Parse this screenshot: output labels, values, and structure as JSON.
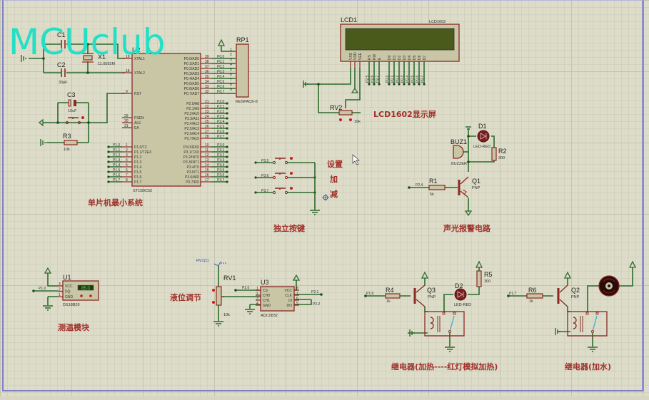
{
  "watermark": "MCUclub",
  "sections": {
    "mcu": "单片机最小系统",
    "lcd": "LCD1602显示屏",
    "keys": "独立按键",
    "key_labels": [
      "设置",
      "加",
      "减"
    ],
    "alarm": "声光报警电路",
    "temp": "测温模块",
    "level": "液位调节",
    "relay_heat": "继电器(加热----红灯模拟加热)",
    "relay_water": "继电器(加水)"
  },
  "components": {
    "c1": {
      "ref": "C1"
    },
    "c2": {
      "ref": "C2",
      "value": "30pF"
    },
    "c3": {
      "ref": "C3",
      "value": "10uF"
    },
    "x1": {
      "ref": "X1",
      "value": "11.0592M"
    },
    "r3": {
      "ref": "R3",
      "value": "10k"
    },
    "u2": {
      "ref": "U2",
      "part": "STC89C52"
    },
    "rp1": {
      "ref": "RP1",
      "part": "RESPACK-8"
    },
    "lcd1": {
      "ref": "LCD1",
      "part": "LCD1602"
    },
    "rv2": {
      "ref": "RV2",
      "value": "10k"
    },
    "buz1": {
      "ref": "BUZ1",
      "part": "BUZZER"
    },
    "d1": {
      "ref": "D1",
      "part": "LED-RED"
    },
    "r2": {
      "ref": "R2",
      "value": "300"
    },
    "r1": {
      "ref": "R1",
      "value": "5k"
    },
    "q1": {
      "ref": "Q1",
      "part": "PNP"
    },
    "u1": {
      "ref": "U1",
      "part": "DS18B20",
      "reading": "85.0"
    },
    "rv1": {
      "ref": "RV1",
      "value": "10k",
      "probe": "RV1(1)"
    },
    "u3": {
      "ref": "U3",
      "part": "ADC0832"
    },
    "r4": {
      "ref": "R4",
      "value": "1k"
    },
    "q3": {
      "ref": "Q3",
      "part": "PNP"
    },
    "d2": {
      "ref": "D2",
      "part": "LED-RED"
    },
    "r5": {
      "ref": "R5",
      "value": "300"
    },
    "r6": {
      "ref": "R6",
      "value": "1k"
    },
    "q2": {
      "ref": "Q2",
      "part": "PNP"
    }
  },
  "u2_pins": {
    "left_top": [
      {
        "n": "19",
        "name": "XTAL1"
      },
      {
        "n": "18",
        "name": "XTAL2"
      },
      {
        "n": "9",
        "name": "RST"
      }
    ],
    "left_mid": [
      {
        "n": "29",
        "name": "PSEN"
      },
      {
        "n": "30",
        "name": "ALE"
      },
      {
        "n": "31",
        "name": "EA"
      }
    ],
    "left_p1": [
      {
        "n": "1",
        "name": "P1.0/T2",
        "net": "P1.0"
      },
      {
        "n": "2",
        "name": "P1.1/T2EX",
        "net": "P1.1"
      },
      {
        "n": "3",
        "name": "P1.2",
        "net": "P1.2"
      },
      {
        "n": "4",
        "name": "P1.3",
        "net": "P1.3"
      },
      {
        "n": "5",
        "name": "P1.4",
        "net": "P1.4"
      },
      {
        "n": "6",
        "name": "P1.5",
        "net": "P1.5"
      },
      {
        "n": "7",
        "name": "P1.6",
        "net": "P1.6"
      },
      {
        "n": "8",
        "name": "P1.7",
        "net": "P1.7"
      }
    ],
    "right_p0": [
      {
        "n": "39",
        "name": "P0.0/AD0",
        "net": "P0.0"
      },
      {
        "n": "38",
        "name": "P0.1/AD1",
        "net": "P0.1"
      },
      {
        "n": "37",
        "name": "P0.2/AD2",
        "net": "P0.2"
      },
      {
        "n": "36",
        "name": "P0.3/AD3",
        "net": "P0.3"
      },
      {
        "n": "35",
        "name": "P0.4/AD4",
        "net": "P0.4"
      },
      {
        "n": "34",
        "name": "P0.5/AD5",
        "net": "P0.5"
      },
      {
        "n": "33",
        "name": "P0.6/AD6",
        "net": "P0.6"
      },
      {
        "n": "32",
        "name": "P0.7/AD7",
        "net": "P0.7"
      }
    ],
    "right_p2": [
      {
        "n": "21",
        "name": "P2.0/A8",
        "net": "P2.0"
      },
      {
        "n": "22",
        "name": "P2.1/A9",
        "net": "P2.1"
      },
      {
        "n": "23",
        "name": "P2.2/A10",
        "net": "P2.2"
      },
      {
        "n": "24",
        "name": "P2.3/A11",
        "net": "P2.3"
      },
      {
        "n": "25",
        "name": "P2.4/A12",
        "net": "P2.4"
      },
      {
        "n": "26",
        "name": "P2.5/A13",
        "net": "P2.5"
      },
      {
        "n": "27",
        "name": "P2.6/A14",
        "net": "P2.6"
      },
      {
        "n": "28",
        "name": "P2.7/A15",
        "net": "P2.7"
      }
    ],
    "right_p3": [
      {
        "n": "10",
        "name": "P3.0/RXD",
        "net": "P3.0"
      },
      {
        "n": "11",
        "name": "P3.1/TXD",
        "net": "P3.1"
      },
      {
        "n": "12",
        "name": "P3.2/INT0",
        "net": "P3.2"
      },
      {
        "n": "13",
        "name": "P3.3/INT1",
        "net": "P3.3"
      },
      {
        "n": "14",
        "name": "P3.4/T0",
        "net": "P3.4"
      },
      {
        "n": "15",
        "name": "P3.5/T1",
        "net": "P3.5"
      },
      {
        "n": "16",
        "name": "P3.6/WR",
        "net": "P3.6"
      },
      {
        "n": "17",
        "name": "P3.7/RD",
        "net": "P3.7"
      }
    ]
  },
  "rp1_pins": [
    "1",
    "2",
    "3",
    "4",
    "5",
    "6",
    "7",
    "8",
    "9"
  ],
  "lcd_pins": {
    "power": [
      "VSS",
      "VDD",
      "VEE"
    ],
    "ctrl": [
      {
        "name": "RS",
        "net": "P2.5"
      },
      {
        "name": "RW",
        "net": "P2.6"
      },
      {
        "name": "E",
        "net": "P2.7"
      }
    ],
    "data": [
      {
        "name": "D0",
        "net": "P0.0"
      },
      {
        "name": "D1",
        "net": "P0.1"
      },
      {
        "name": "D2",
        "net": "P0.2"
      },
      {
        "name": "D3",
        "net": "P0.3"
      },
      {
        "name": "D4",
        "net": "P0.4"
      },
      {
        "name": "D5",
        "net": "P0.5"
      },
      {
        "name": "D6",
        "net": "P0.6"
      },
      {
        "name": "D7",
        "net": "P0.7"
      }
    ]
  },
  "keys": [
    {
      "net": "P3.5"
    },
    {
      "net": "P3.6"
    },
    {
      "net": "P3.7"
    }
  ],
  "ds18b20_pins": [
    {
      "n": "3",
      "name": "VCC"
    },
    {
      "n": "2",
      "name": "DQ",
      "net": "P1.0"
    },
    {
      "n": "1",
      "name": "GND"
    }
  ],
  "adc_pins": {
    "left": [
      {
        "n": "1",
        "name": "CS",
        "net": "P2.0"
      },
      {
        "n": "2",
        "name": "CH0"
      },
      {
        "n": "3",
        "name": "CH1"
      },
      {
        "n": "4",
        "name": "GND"
      }
    ],
    "right": [
      {
        "n": "8",
        "name": "VCC"
      },
      {
        "n": "7",
        "name": "CLK",
        "net": "P2.1"
      },
      {
        "n": "6",
        "name": "DI",
        "net": "P2.2"
      },
      {
        "n": "5",
        "name": "DO"
      }
    ]
  },
  "nets": {
    "alarm_in": "P2.4",
    "heat_in": "P1.6",
    "water_in": "P1.7"
  }
}
